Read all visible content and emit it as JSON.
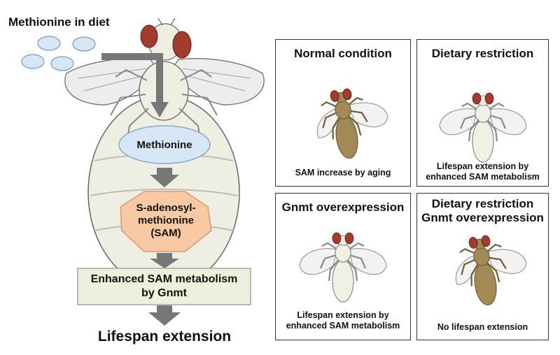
{
  "left": {
    "diet_label": "Methionine in diet",
    "methionine": "Methionine",
    "sam_line1": "S-adenosyl-",
    "sam_line2": "methionine",
    "sam_line3": "(SAM)",
    "gnmt_line1": "Enhanced SAM metabolism",
    "gnmt_line2": "by Gnmt",
    "outcome": "Lifespan extension"
  },
  "panels": [
    {
      "title": [
        "Normal condition"
      ],
      "caption": [
        "SAM increase by aging"
      ],
      "fly": "brown"
    },
    {
      "title": [
        "Dietary restriction"
      ],
      "caption": [
        "Lifespan extension by",
        "enhanced SAM metabolism"
      ],
      "fly": "pale"
    },
    {
      "title": [
        "Gnmt overexpression"
      ],
      "caption": [
        "Lifespan extension by",
        "enhanced SAM metabolism"
      ],
      "fly": "pale"
    },
    {
      "title": [
        "Dietary restriction",
        "Gnmt overexpression"
      ],
      "caption": [
        "No lifespan extension"
      ],
      "fly": "brown"
    }
  ],
  "colors": {
    "eye": "#a23a2e",
    "fly_brown": "#a18a55",
    "fly_pale": "#f1f0e4",
    "body_fill": "#efeee3",
    "methionine_fill": "#d6e6f5",
    "sam_fill": "#f9c9a3",
    "gnmt_fill": "#ecf0dc",
    "arrow": "#777777"
  }
}
